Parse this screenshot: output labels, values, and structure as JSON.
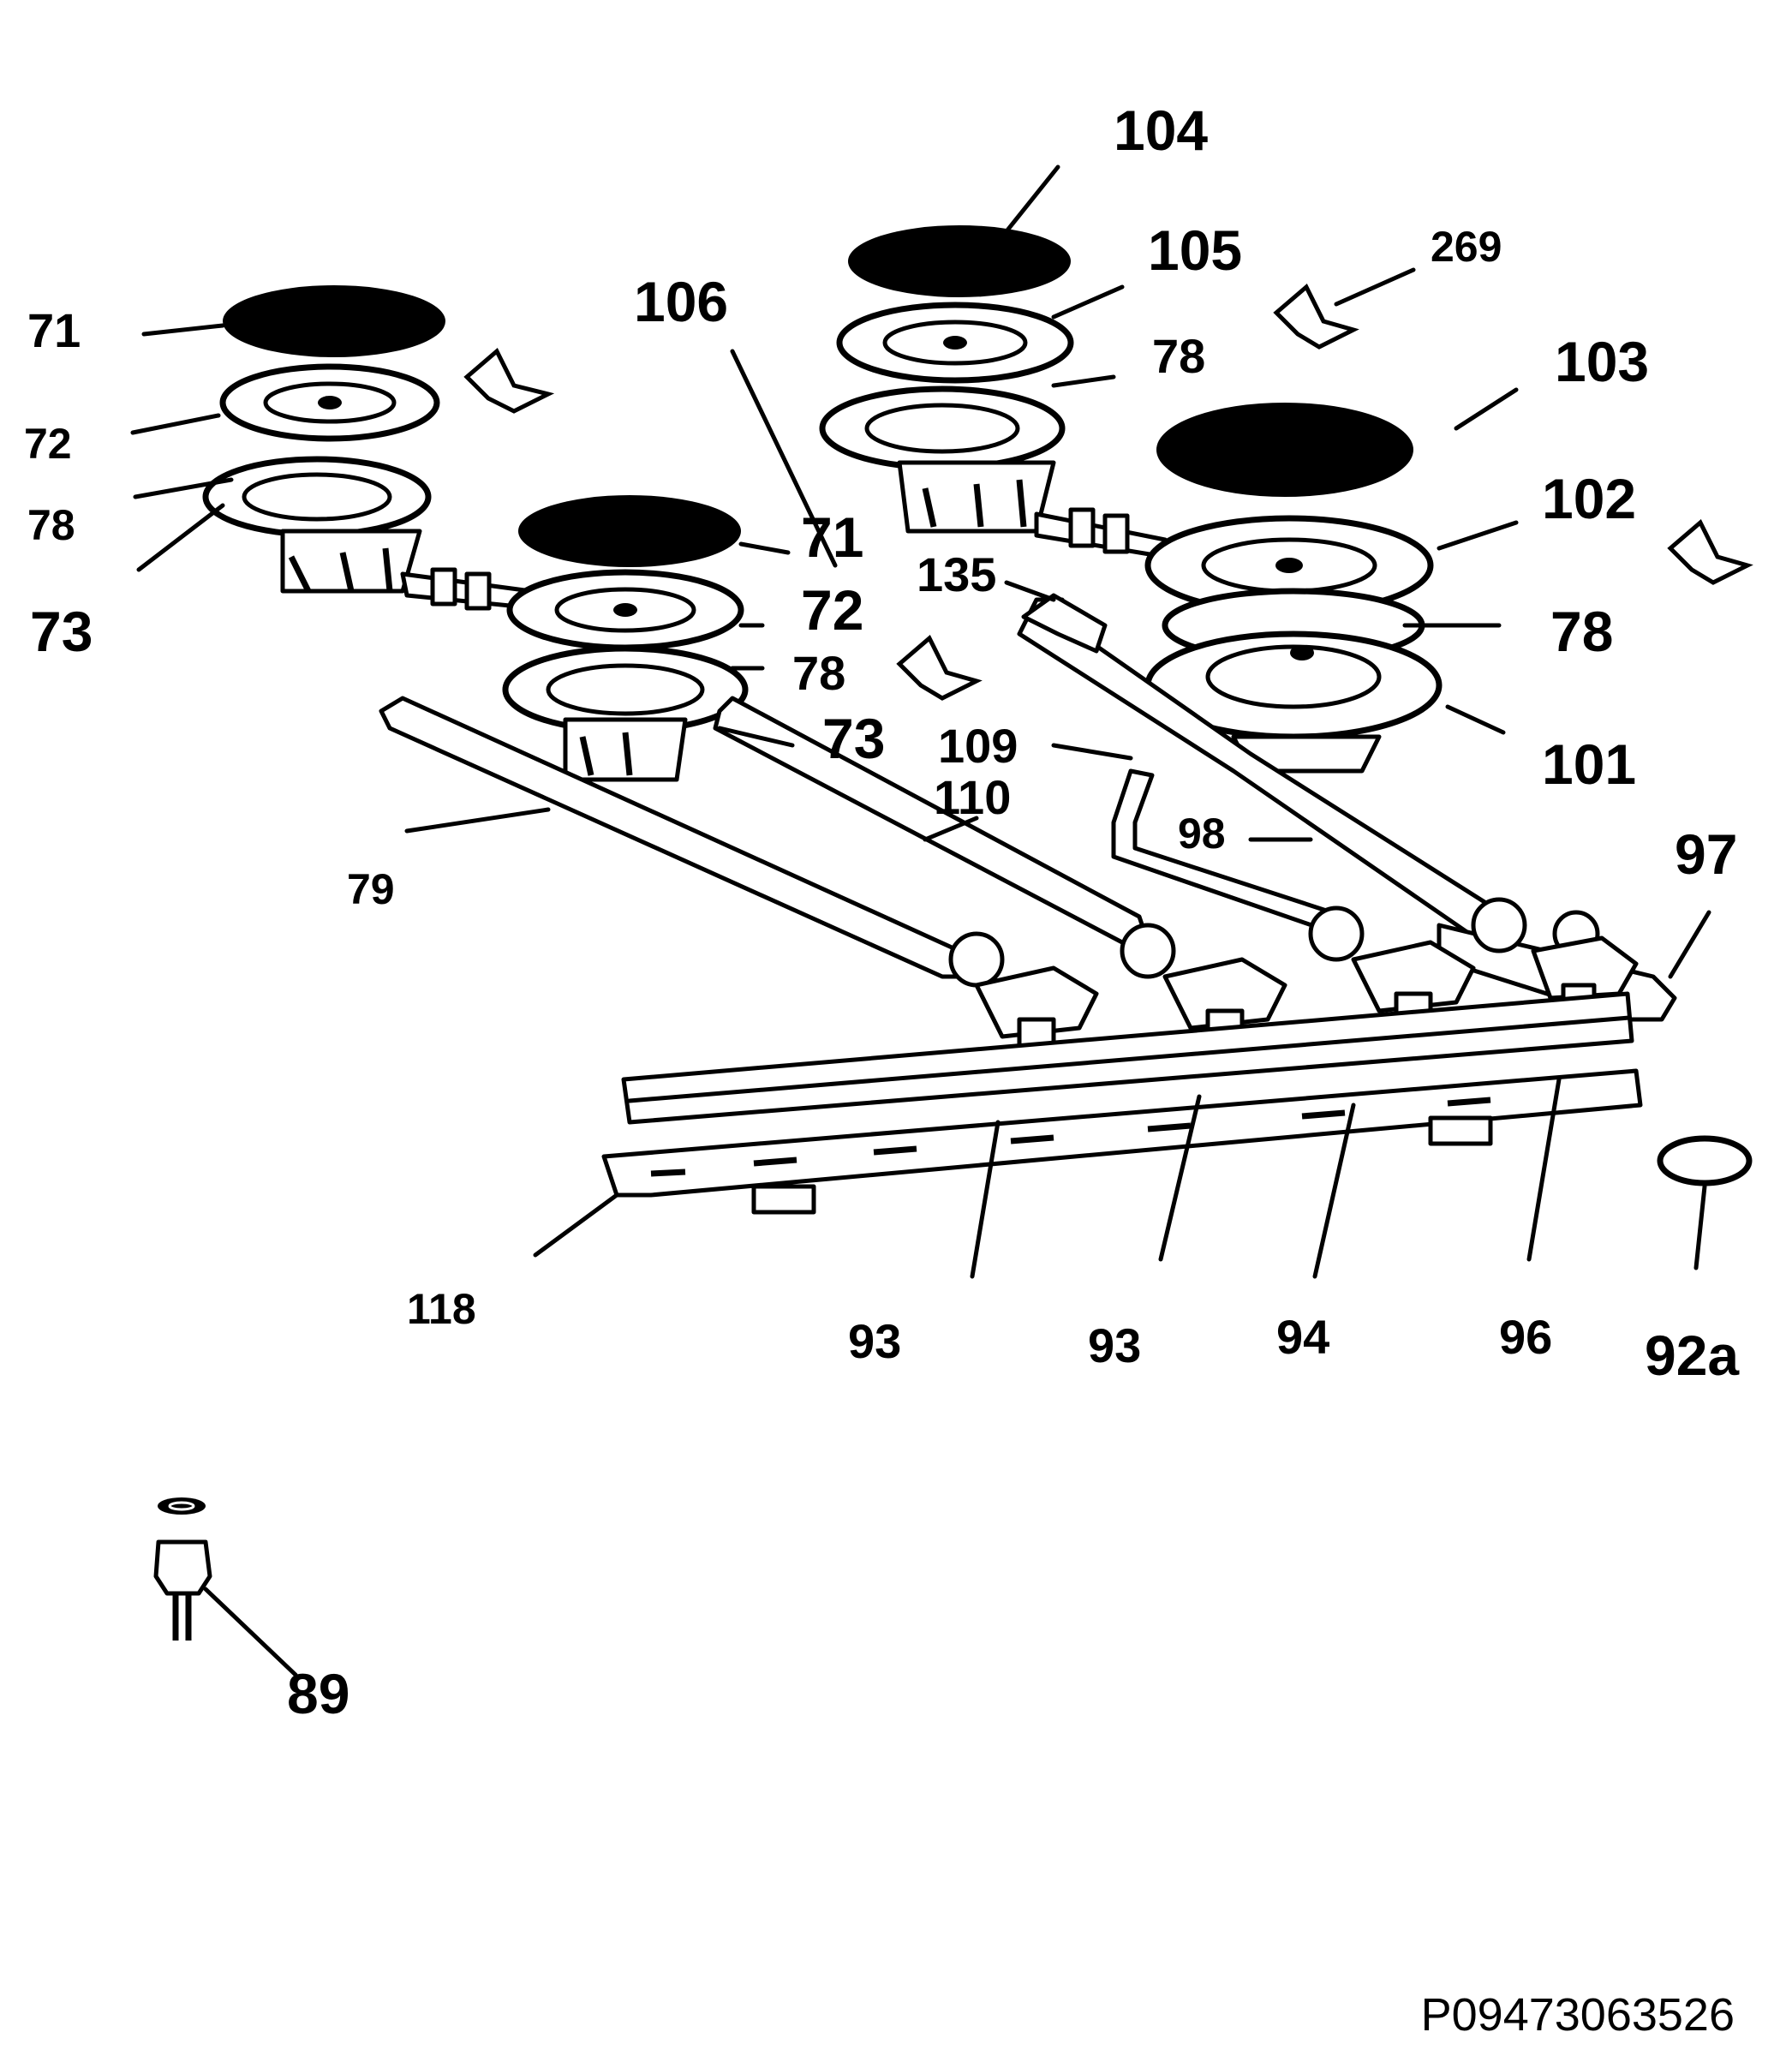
{
  "figure": {
    "reference_code": "P09473063526"
  },
  "callouts": {
    "c71a": "71",
    "c72a": "72",
    "c78a": "78",
    "c73a": "73",
    "c106": "106",
    "c104": "104",
    "c105": "105",
    "c78b": "78",
    "c269": "269",
    "c103": "103",
    "c71b": "71",
    "c72b": "72",
    "c78c": "78",
    "c73b": "73",
    "c135": "135",
    "c102": "102",
    "c78d": "78",
    "c109": "109",
    "c110": "110",
    "c101": "101",
    "c98": "98",
    "c97": "97",
    "c79": "79",
    "c118": "118",
    "c93a": "93",
    "c93b": "93",
    "c94": "94",
    "c96": "96",
    "c92a": "92a",
    "c89": "89"
  },
  "colors": {
    "ink": "#000000",
    "paper": "#ffffff"
  }
}
